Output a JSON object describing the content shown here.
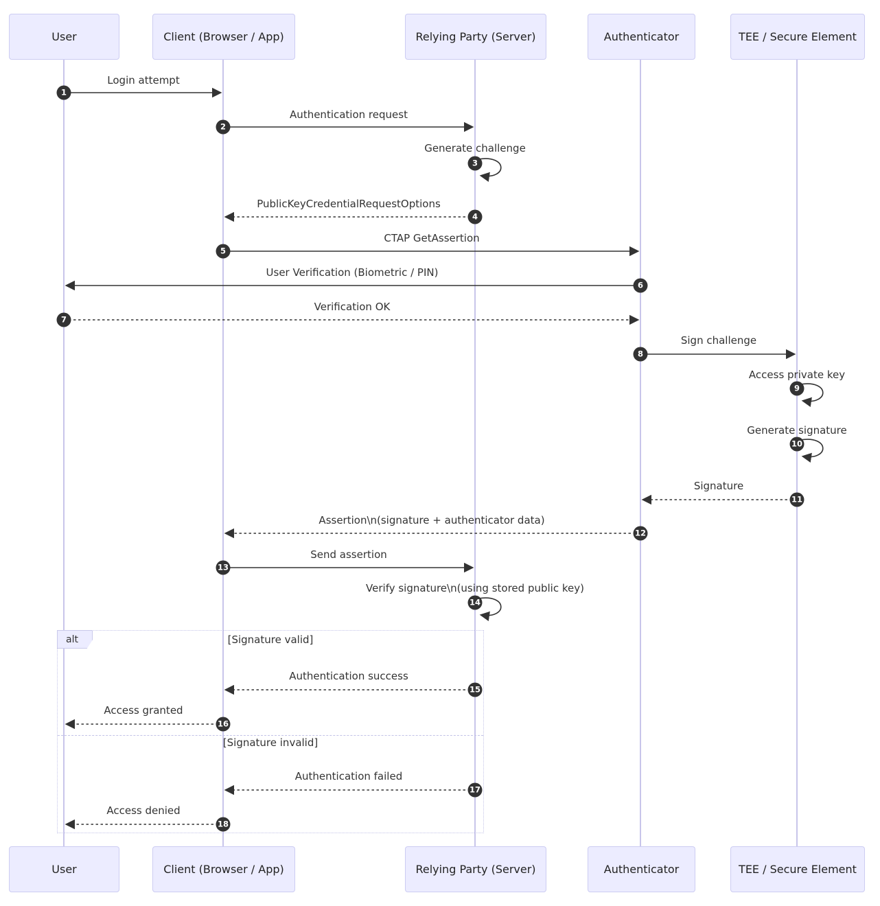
{
  "diagram": {
    "type": "sequence",
    "participants": [
      {
        "id": "user",
        "label": "User"
      },
      {
        "id": "client",
        "label": "Client (Browser / App)"
      },
      {
        "id": "rp",
        "label": "Relying Party (Server)"
      },
      {
        "id": "authenticator",
        "label": "Authenticator"
      },
      {
        "id": "tee",
        "label": "TEE / Secure Element"
      }
    ],
    "messages": [
      {
        "num": "1",
        "from": "user",
        "to": "client",
        "line": "solid",
        "label": "Login attempt"
      },
      {
        "num": "2",
        "from": "client",
        "to": "rp",
        "line": "solid",
        "label": "Authentication request"
      },
      {
        "num": "3",
        "from": "rp",
        "to": "rp",
        "line": "self",
        "label": "Generate challenge"
      },
      {
        "num": "4",
        "from": "rp",
        "to": "client",
        "line": "dashed",
        "label": "PublicKeyCredentialRequestOptions"
      },
      {
        "num": "5",
        "from": "client",
        "to": "authenticator",
        "line": "solid",
        "label": "CTAP GetAssertion"
      },
      {
        "num": "6",
        "from": "authenticator",
        "to": "user",
        "line": "solid",
        "label": "User Verification (Biometric / PIN)"
      },
      {
        "num": "7",
        "from": "user",
        "to": "authenticator",
        "line": "dashed",
        "label": "Verification OK"
      },
      {
        "num": "8",
        "from": "authenticator",
        "to": "tee",
        "line": "solid",
        "label": "Sign challenge"
      },
      {
        "num": "9",
        "from": "tee",
        "to": "tee",
        "line": "self",
        "label": "Access private key"
      },
      {
        "num": "10",
        "from": "tee",
        "to": "tee",
        "line": "self",
        "label": "Generate signature"
      },
      {
        "num": "11",
        "from": "tee",
        "to": "authenticator",
        "line": "dashed",
        "label": "Signature"
      },
      {
        "num": "12",
        "from": "authenticator",
        "to": "client",
        "line": "dashed",
        "label": "Assertion\\n(signature + authenticator data)"
      },
      {
        "num": "13",
        "from": "client",
        "to": "rp",
        "line": "solid",
        "label": "Send assertion"
      },
      {
        "num": "14",
        "from": "rp",
        "to": "rp",
        "line": "self",
        "label": "Verify signature\\n(using stored public key)"
      },
      {
        "num": "15",
        "from": "rp",
        "to": "client",
        "line": "dashed",
        "label": "Authentication success"
      },
      {
        "num": "16",
        "from": "client",
        "to": "user",
        "line": "dashed",
        "label": "Access granted"
      },
      {
        "num": "17",
        "from": "rp",
        "to": "client",
        "line": "dashed",
        "label": "Authentication failed"
      },
      {
        "num": "18",
        "from": "client",
        "to": "user",
        "line": "dashed",
        "label": "Access denied"
      }
    ],
    "alt_block": {
      "label": "alt",
      "sections": [
        {
          "condition": "[Signature valid]"
        },
        {
          "condition": "[Signature invalid]"
        }
      ]
    },
    "colors": {
      "actor_fill": "#ECECFF",
      "actor_border": "#ccccf2",
      "lifeline": "#c8c5ea",
      "arrow": "#333333",
      "text": "#333333",
      "badge_fill": "#333333",
      "badge_text": "#ffffff",
      "alt_border": "#c3c3e8",
      "background": "#ffffff"
    }
  }
}
